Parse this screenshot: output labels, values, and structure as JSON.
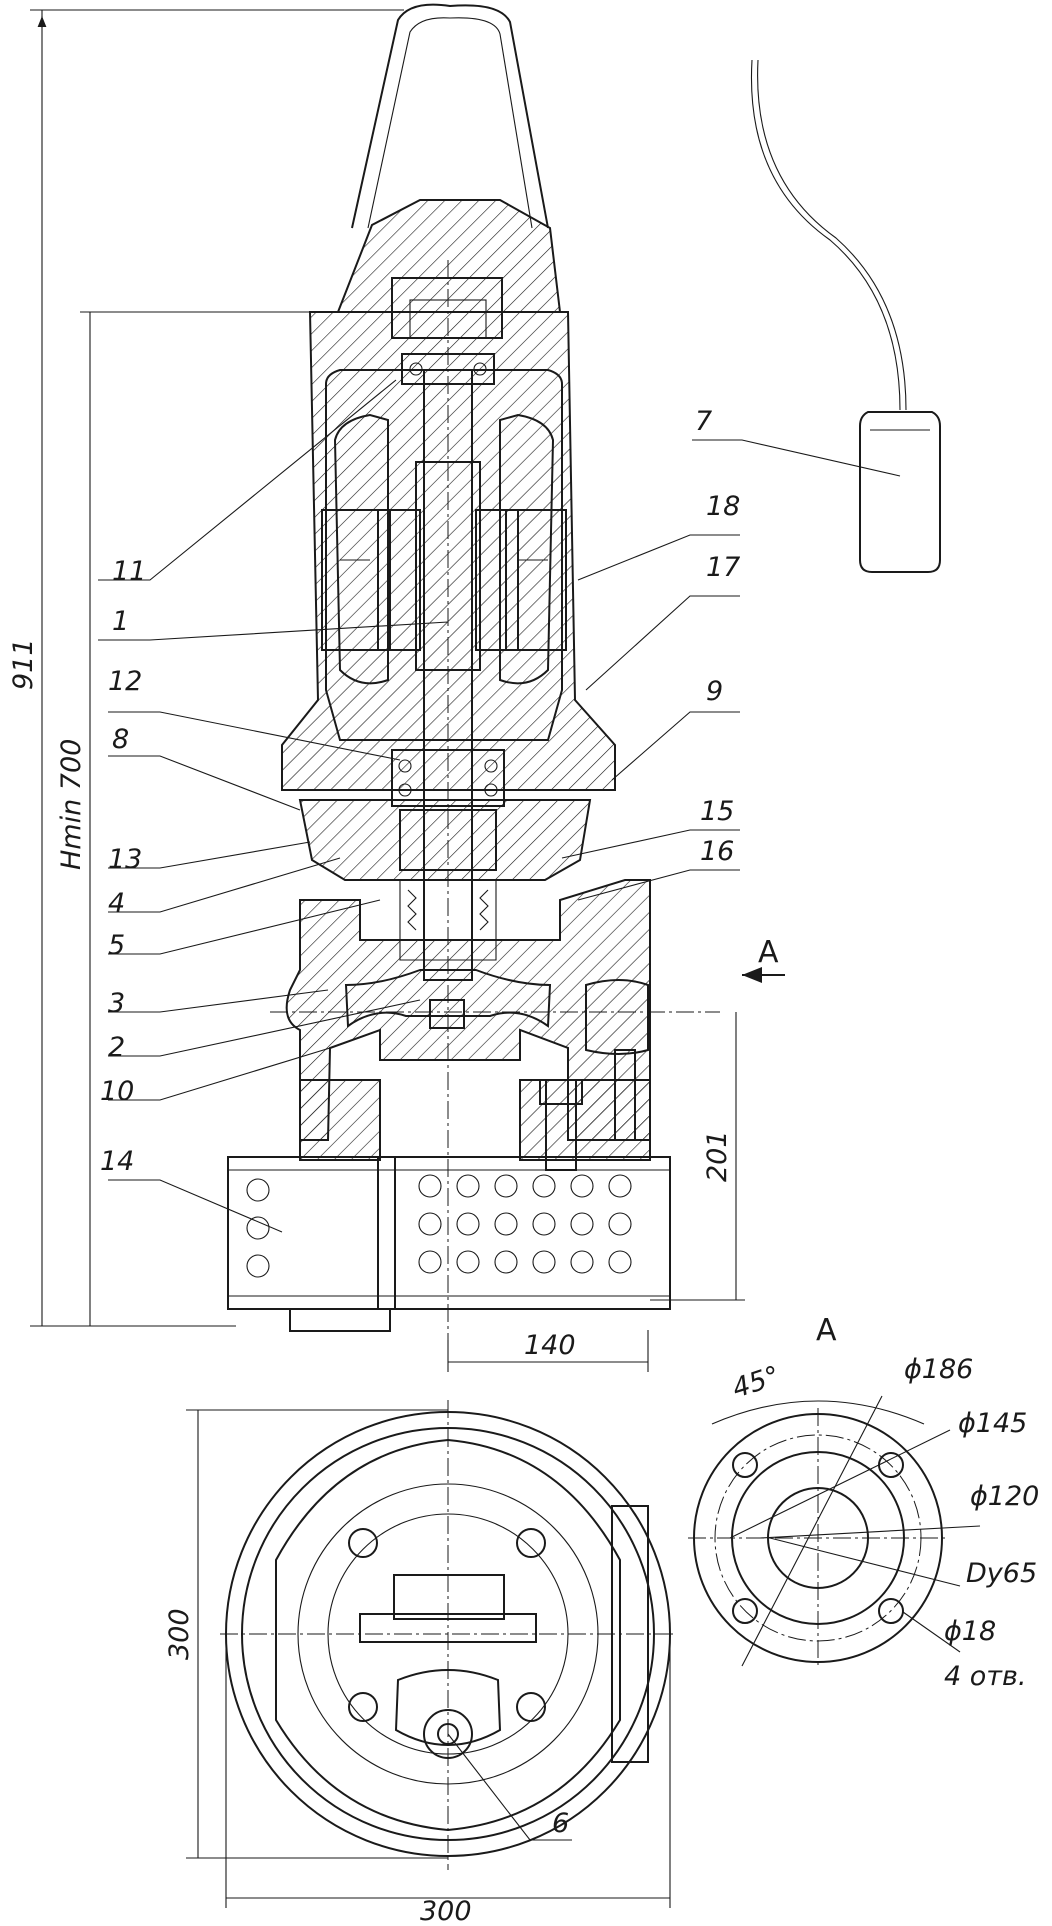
{
  "drawing": {
    "callouts": [
      "1",
      "2",
      "3",
      "4",
      "5",
      "6",
      "7",
      "8",
      "9",
      "10",
      "11",
      "12",
      "13",
      "14",
      "15",
      "16",
      "17",
      "18"
    ],
    "dimensions": {
      "overall_height": "911",
      "min_level": "Hmin 700",
      "outlet_height": "201",
      "outlet_offset": "140",
      "plan_width": "300",
      "plan_height": "300"
    },
    "section_marker": "A",
    "flange_view": {
      "title": "A",
      "angle": "45°",
      "diam_outer": "ϕ186",
      "diam_bolt_circle": "ϕ145",
      "diam_raised_face": "ϕ120",
      "nominal_bore": "Dy65",
      "hole_diam": "ϕ18",
      "hole_count": "4 отв."
    }
  }
}
